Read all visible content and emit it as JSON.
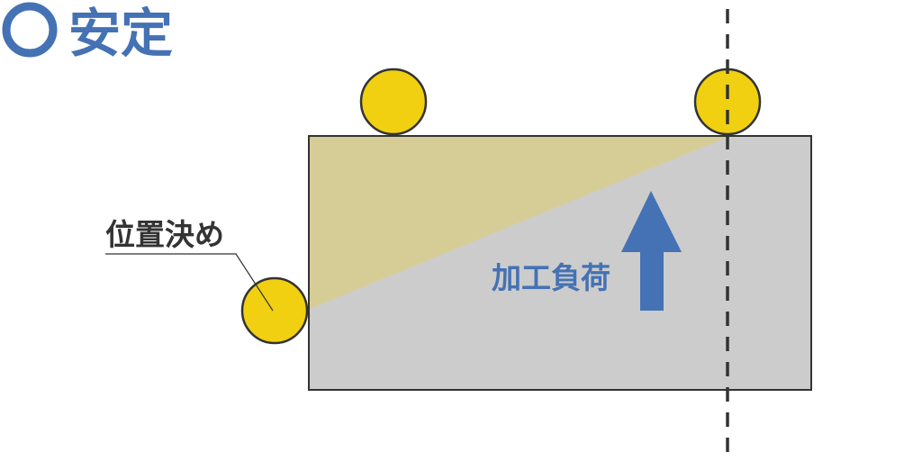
{
  "title": "安定",
  "labels": {
    "positioning": "位置決め",
    "machining_load": "加工負荷"
  },
  "colors": {
    "accent": "#4472b4",
    "workpiece": "#cccccc",
    "stable_zone": "#d6cd96",
    "pin": "#f0d010",
    "outline": "#333333"
  }
}
